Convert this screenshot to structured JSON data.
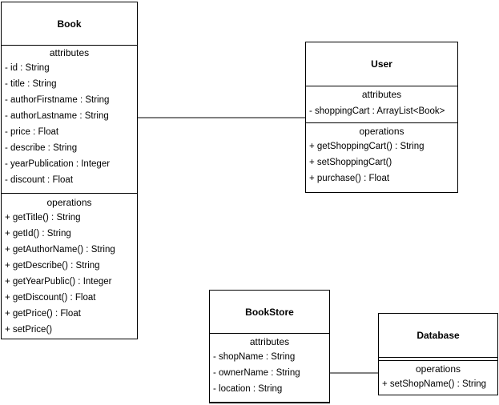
{
  "book": {
    "name": "Book",
    "attributes_label": "attributes",
    "attributes": [
      "- id : String",
      "- title : String",
      "- authorFirstname : String",
      "- authorLastname : String",
      "- price : Float",
      "- describe : String",
      "- yearPublication : Integer",
      "- discount : Float"
    ],
    "operations_label": "operations",
    "operations": [
      "+ getTitle() : String",
      "+ getId() : String",
      "+ getAuthorName() : String",
      "+ getDescribe() : String",
      "+ getYearPublic() : Integer",
      "+ getDiscount() : Float",
      "+ getPrice() : Float",
      "+ setPrice()"
    ]
  },
  "user": {
    "name": "User",
    "attributes_label": "attributes",
    "attributes": [
      "- shoppingCart : ArrayList<Book>"
    ],
    "operations_label": "operations",
    "operations": [
      "+ getShoppingCart() : String",
      "+ setShoppingCart()",
      "+ purchase() :  Float"
    ]
  },
  "bookstore": {
    "name": "BookStore",
    "attributes_label": "attributes",
    "attributes": [
      "- shopName : String",
      "- ownerName : String",
      "- location : String"
    ]
  },
  "database": {
    "name": "Database",
    "operations_label": "operations",
    "operations": [
      "+ setShopName() : String"
    ]
  }
}
